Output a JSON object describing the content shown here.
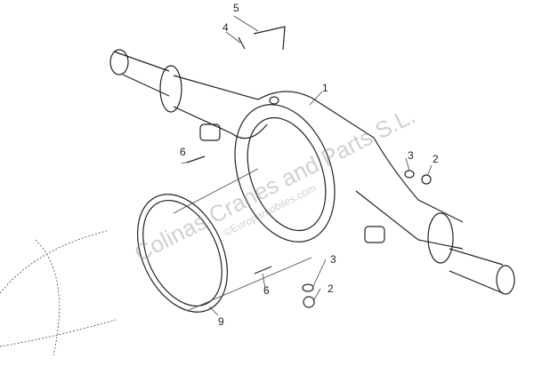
{
  "callouts": {
    "c1": "1",
    "c2a": "2",
    "c2b": "2",
    "c3a": "3",
    "c3b": "3",
    "c4": "4",
    "c5": "5",
    "c6a": "6",
    "c6b": "6",
    "c9": "9"
  },
  "watermark": {
    "main": "Colinas Cranes and Parts S.L.",
    "sub": "©Europamobiles.com"
  }
}
